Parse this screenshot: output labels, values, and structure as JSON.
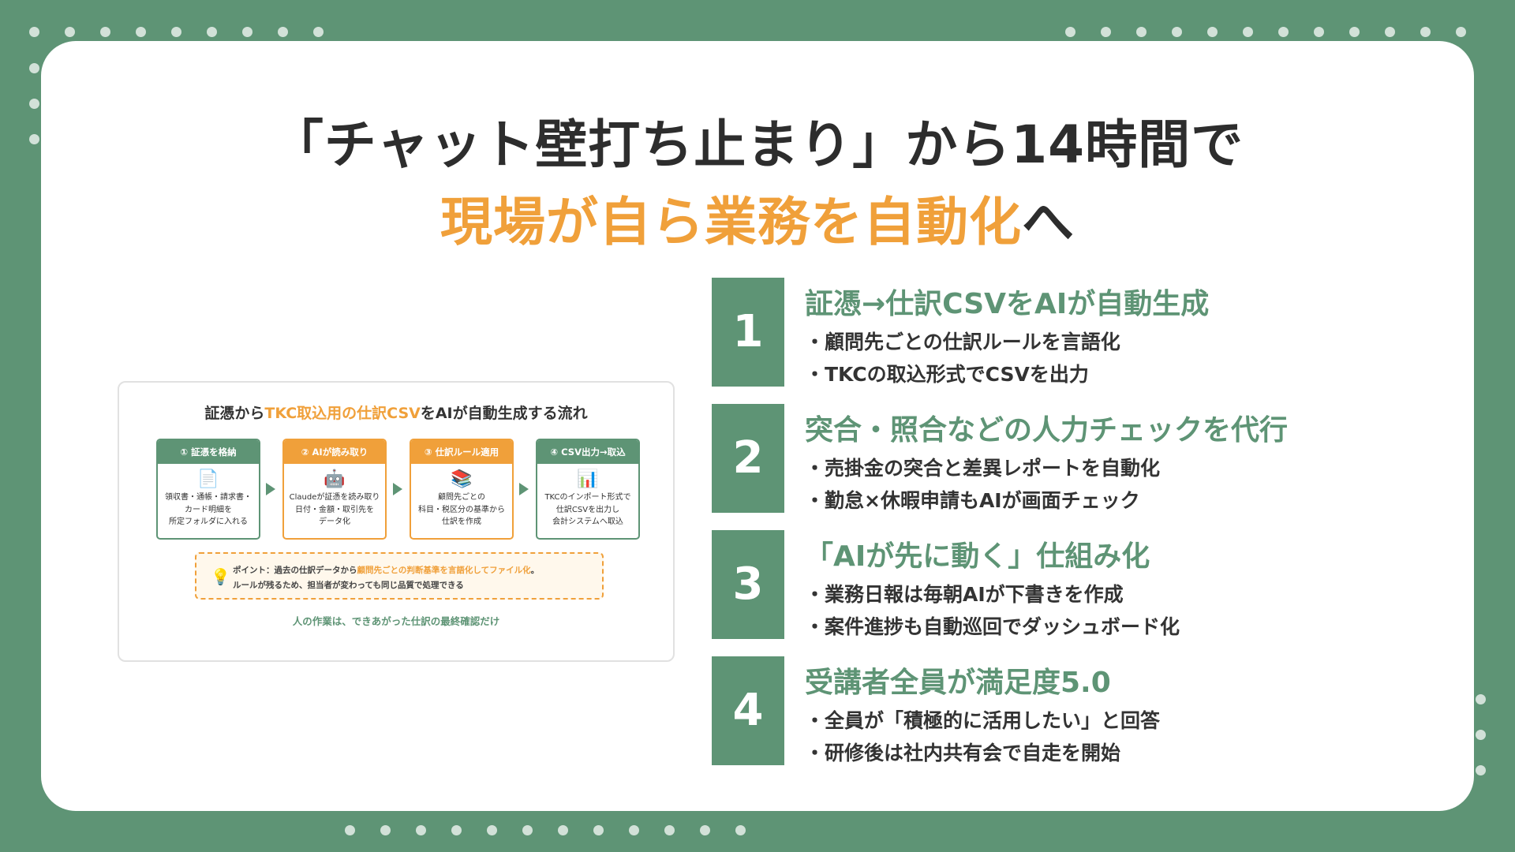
{
  "heading": {
    "line1": "「チャット壁打ち止まり」から14時間で",
    "line2_highlight": "現場が自ら業務を自動化",
    "line2_tail": "へ"
  },
  "diagram": {
    "title_pre": "証憑から",
    "title_highlight": "TKC取込用の仕訳CSV",
    "title_post": "をAIが自動生成する流れ",
    "steps": [
      {
        "head": "① 証憑を格納",
        "icon": "document-icon",
        "glyph": "📄",
        "desc": [
          "領収書・通帳・請求書・",
          "カード明細を",
          "所定フォルダに入れる"
        ]
      },
      {
        "head": "② AIが読み取り",
        "icon": "robot-icon",
        "glyph": "🤖",
        "desc": [
          "Claudeが証憑を読み取り",
          "日付・金額・取引先を",
          "データ化"
        ]
      },
      {
        "head": "③ 仕訳ルール適用",
        "icon": "books-icon",
        "glyph": "📚",
        "desc": [
          "顧問先ごとの",
          "科目・税区分の基準から",
          "仕訳を作成"
        ]
      },
      {
        "head": "④ CSV出力→取込",
        "icon": "chart-icon",
        "glyph": "📊",
        "desc": [
          "TKCのインポート形式で",
          "仕訳CSVを出力し",
          "会計システムへ取込"
        ]
      }
    ],
    "point": {
      "pre": "ポイント：過去の仕訳データから",
      "highlight": "顧問先ごとの判断基準を言語化してファイル化",
      "post": "。",
      "line2": "ルールが残るため、担当者が変わっても同じ品質で処理できる"
    },
    "footer": "人の作業は、できあがった仕訳の最終確認だけ"
  },
  "items": [
    {
      "num": "1",
      "title": "証憑→仕訳CSVをAIが自動生成",
      "bullets": [
        "・顧問先ごとの仕訳ルールを言語化",
        "・TKCの取込形式でCSVを出力"
      ]
    },
    {
      "num": "2",
      "title": "突合・照合などの人力チェックを代行",
      "bullets": [
        "・売掛金の突合と差異レポートを自動化",
        "・勤怠×休暇申請もAIが画面チェック"
      ]
    },
    {
      "num": "3",
      "title": "「AIが先に動く」仕組み化",
      "bullets": [
        "・業務日報は毎朝AIが下書きを作成",
        "・案件進捗も自動巡回でダッシュボード化"
      ]
    },
    {
      "num": "4",
      "title": "受講者全員が満足度5.0",
      "bullets": [
        "・全員が「積極的に活用したい」と回答",
        "・研修後は社内共有会で自走を開始"
      ]
    }
  ],
  "colors": {
    "accent_green": "#5e9475",
    "accent_orange": "#f0a03a",
    "text": "#2d2d2d"
  }
}
